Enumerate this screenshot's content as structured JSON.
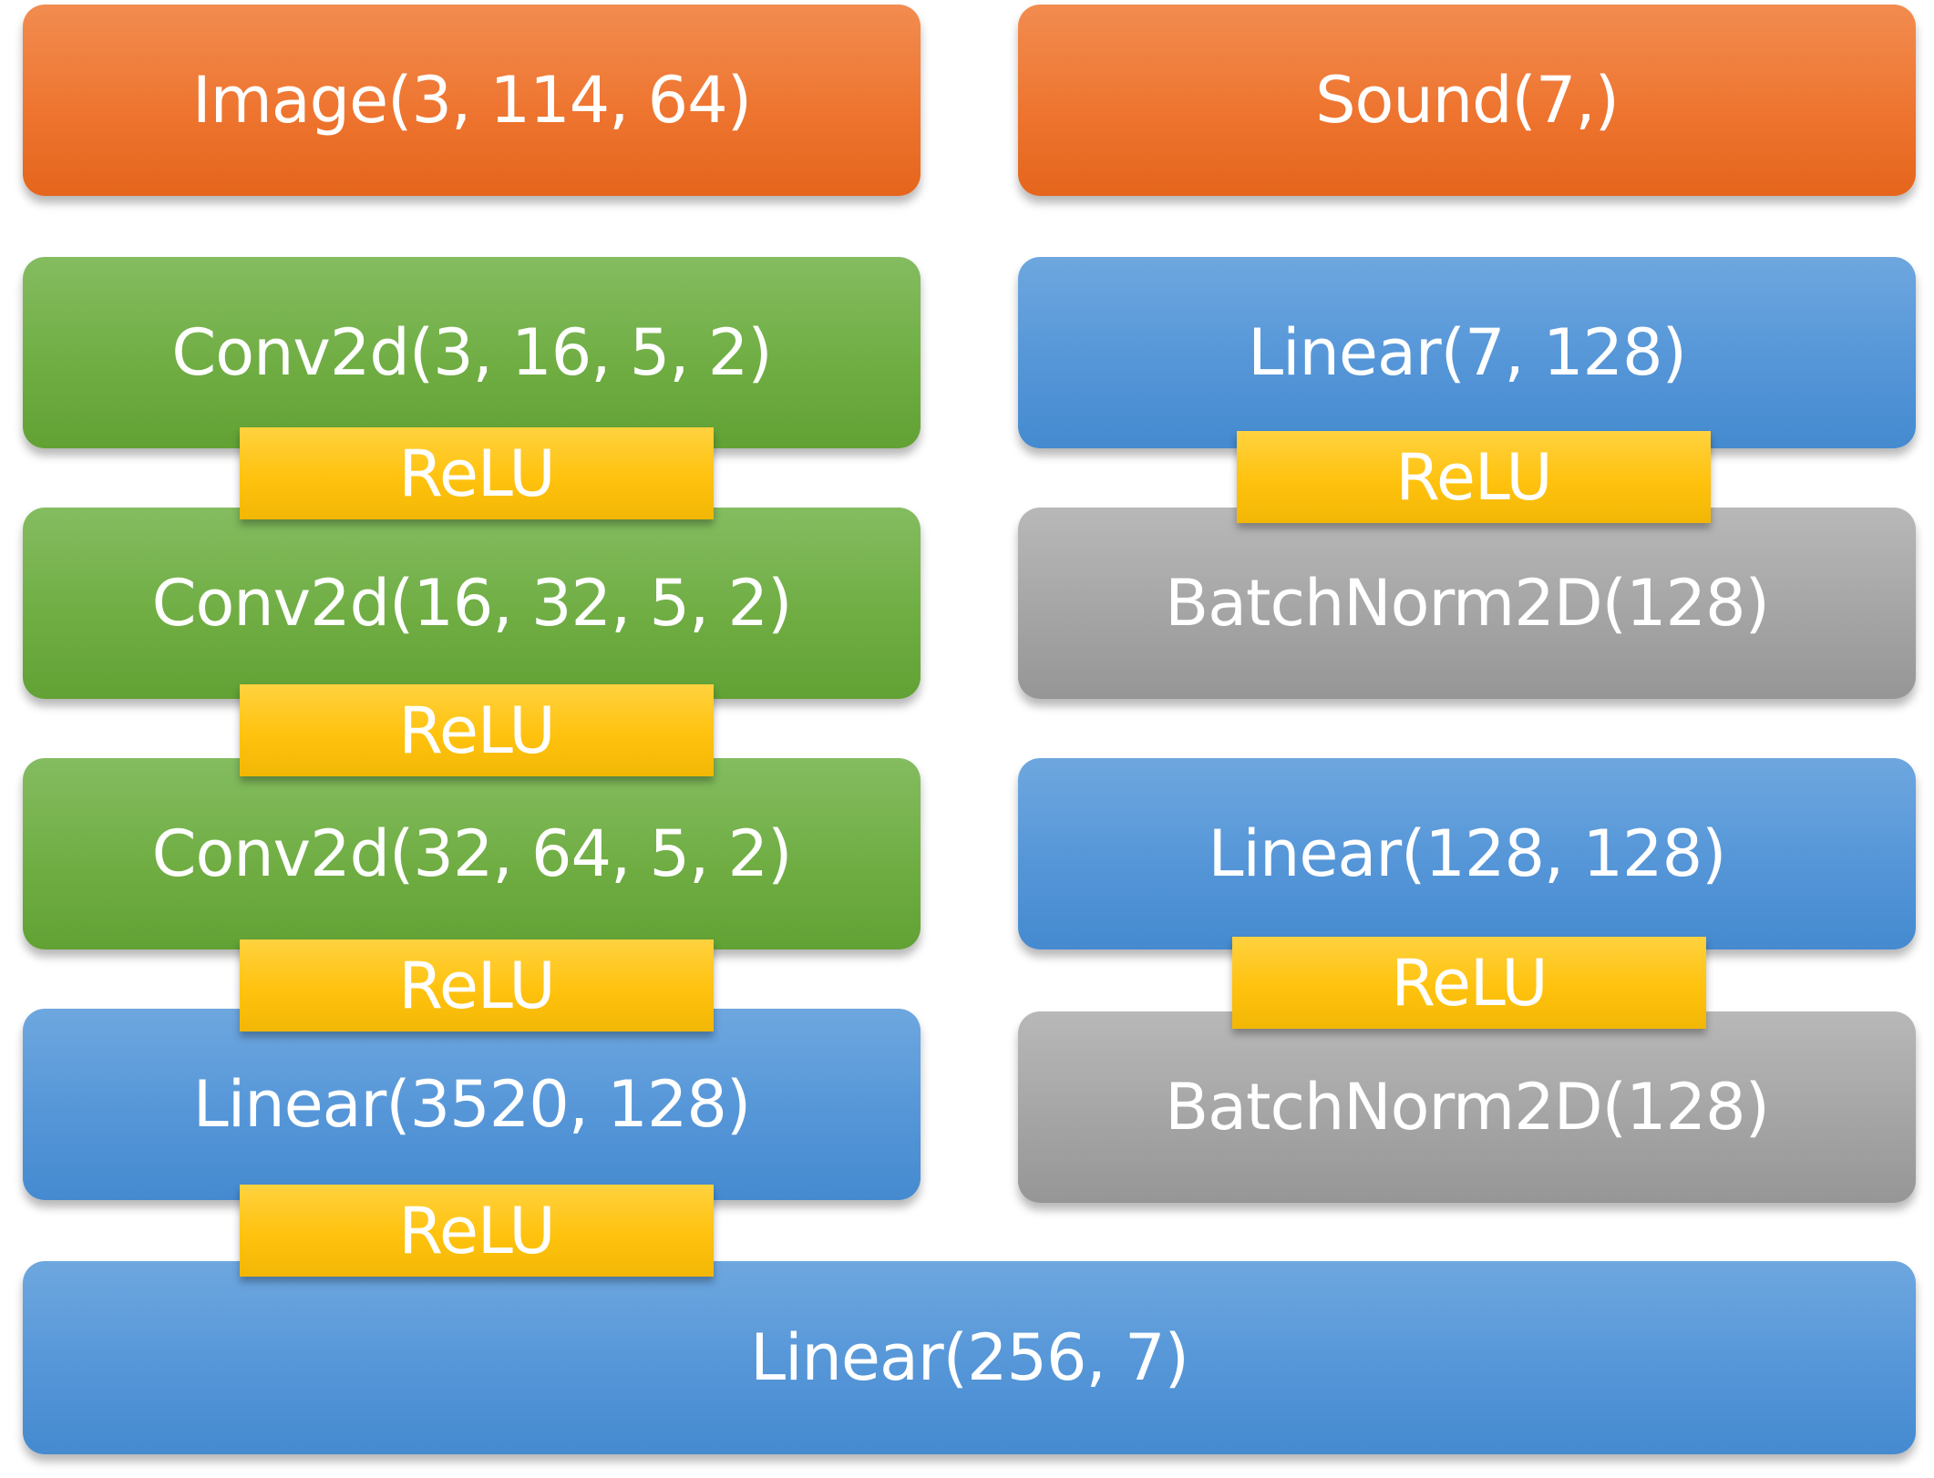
{
  "diagram": {
    "left_column": {
      "input": "Image(3, 114, 64)",
      "conv1": "Conv2d(3, 16, 5, 2)",
      "conv2": "Conv2d(16, 32, 5, 2)",
      "conv3": "Conv2d(32, 64, 5, 2)",
      "linear": "Linear(3520, 128)"
    },
    "right_column": {
      "input": "Sound(7,)",
      "linear1": "Linear(7, 128)",
      "batchnorm1": "BatchNorm2D(128)",
      "linear2": "Linear(128, 128)",
      "batchnorm2": "BatchNorm2D(128)"
    },
    "output": "Linear(256, 7)",
    "activation_label": "ReLU",
    "colors": {
      "input": "#ee7530",
      "conv": "#70ae44",
      "linear": "#5596d8",
      "batchnorm": "#a5a5a5",
      "activation": "#ffc20e",
      "text": "#ffffff"
    }
  }
}
